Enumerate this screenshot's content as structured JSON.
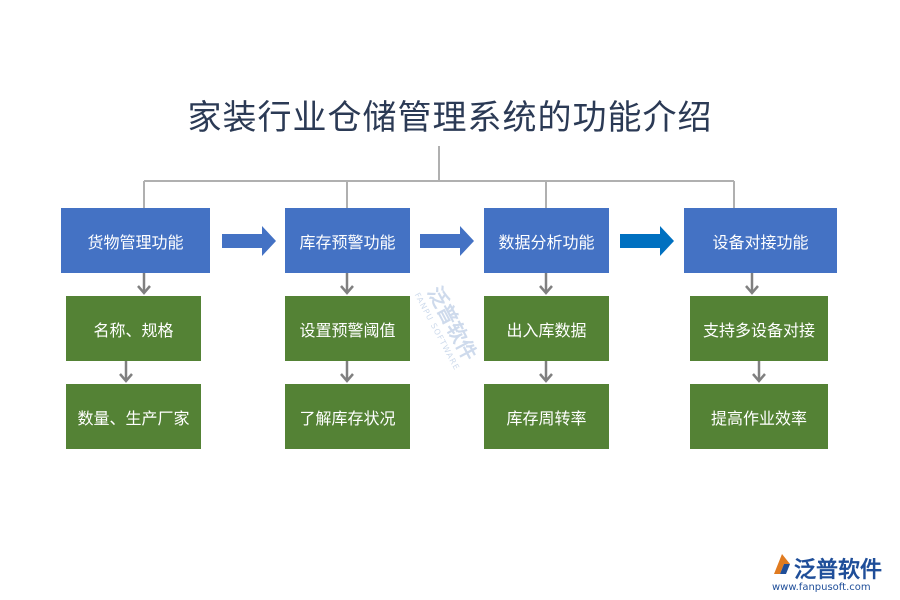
{
  "title": "家装行业仓储管理系统的功能介绍",
  "columns": [
    {
      "header": "货物管理功能",
      "items": [
        "名称、规格",
        "数量、生产厂家"
      ]
    },
    {
      "header": "库存预警功能",
      "items": [
        "设置预警阈值",
        "了解库存状况"
      ]
    },
    {
      "header": "数据分析功能",
      "items": [
        "出入库数据",
        "库存周转率"
      ]
    },
    {
      "header": "设备对接功能",
      "items": [
        "支持多设备对接",
        "提高作业效率"
      ]
    }
  ],
  "watermark": {
    "text": "泛普软件",
    "sub": "FANPU SOFTWARE"
  },
  "logo": {
    "name": "泛普软件",
    "url": "www.fanpusoft.com"
  },
  "colors": {
    "header_box": "#4472c4",
    "item_box": "#548235",
    "connector": "#b0b0b0",
    "arrow_light": "#4472c4",
    "arrow_dark": "#0070c0"
  }
}
